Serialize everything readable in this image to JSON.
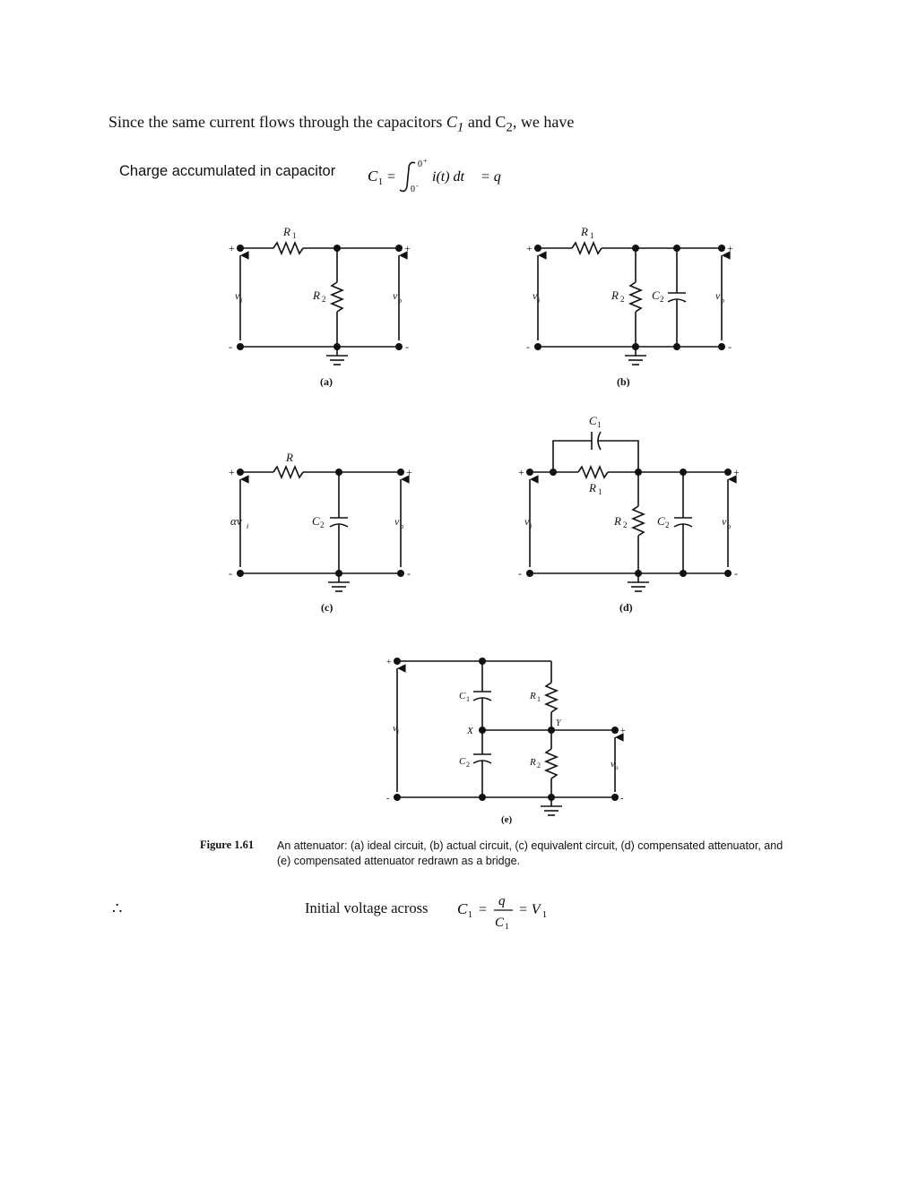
{
  "intro": {
    "text_before": "Since the same current flows through the capacitors ",
    "c1": "C",
    "c1_sub": "1",
    "text_mid": " and C",
    "c2_sub": "2",
    "text_after": ", we have"
  },
  "charge_equation": {
    "label": "Charge accumulated in capacitor",
    "lhs": "C",
    "lhs_sub": "1",
    "eq": "=",
    "upper": "0",
    "upper_sup": "+",
    "lower": "0",
    "lower_sup": "-",
    "integrand": "i(t) dt",
    "rhs": "= q"
  },
  "circuits": {
    "a": {
      "label": "(a)",
      "r1": "R",
      "r1_sub": "1",
      "r2": "R",
      "r2_sub": "2",
      "vi": "v",
      "vi_sub": "i",
      "vo": "v",
      "vo_sub": "o",
      "plus": "+",
      "minus": "-"
    },
    "b": {
      "label": "(b)",
      "r1": "R",
      "r1_sub": "1",
      "r2": "R",
      "r2_sub": "2",
      "c2": "C",
      "c2_sub": "2",
      "vi": "v",
      "vi_sub": "i",
      "vo": "v",
      "vo_sub": "o",
      "plus": "+",
      "minus": "-"
    },
    "c": {
      "label": "(c)",
      "r": "R",
      "c2": "C",
      "c2_sub": "2",
      "vi": "αv",
      "vi_sub": "i",
      "vo": "v",
      "vo_sub": "o",
      "plus": "+",
      "minus": "-"
    },
    "d": {
      "label": "(d)",
      "c1": "C",
      "c1_sub": "1",
      "r1": "R",
      "r1_sub": "1",
      "r2": "R",
      "r2_sub": "2",
      "c2": "C",
      "c2_sub": "2",
      "vi": "v",
      "vi_sub": "i",
      "vo": "v",
      "vo_sub": "o",
      "plus": "+",
      "minus": "-"
    },
    "e": {
      "label": "(e)",
      "c1": "C",
      "c1_sub": "1",
      "c2": "C",
      "c2_sub": "2",
      "r1": "R",
      "r1_sub": "1",
      "r2": "R",
      "r2_sub": "2",
      "x": "X",
      "y": "Y",
      "vi": "v",
      "vi_sub": "i",
      "vo": "v",
      "vo_sub": "o",
      "plus": "+",
      "minus": "-"
    }
  },
  "caption": {
    "figure": "Figure 1.61",
    "text": "An attenuator: (a) ideal circuit, (b) actual circuit, (c) equivalent circuit, (d) compensated attenuator, and (e) compensated attenuator redrawn as a bridge."
  },
  "initial_equation": {
    "therefore": "∴",
    "label": "Initial voltage across",
    "lhs": "C",
    "lhs_sub": "1",
    "eq": "=",
    "num": "q",
    "den": "C",
    "den_sub": "1",
    "rhs": "= V",
    "rhs_sub": "1"
  }
}
